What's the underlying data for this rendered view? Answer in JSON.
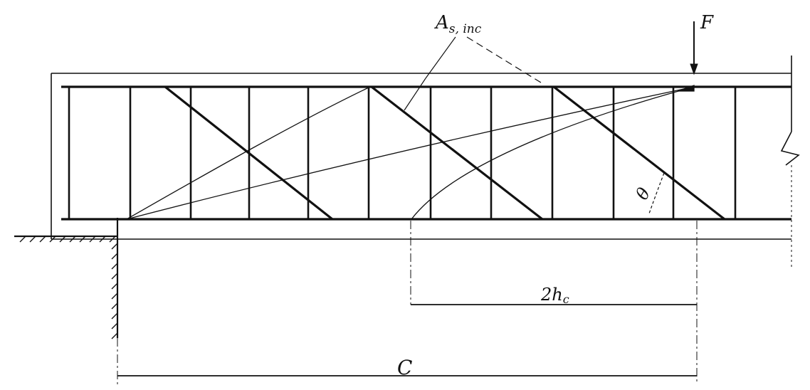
{
  "labels": {
    "bar_A": "A",
    "bar_A_sub": "s, inc",
    "force": "F",
    "angle": "θ",
    "span_2h": "2h",
    "span_2h_sub": "c",
    "span_c": "C"
  },
  "colors": {
    "ink": "#111111",
    "background": "#ffffff"
  }
}
